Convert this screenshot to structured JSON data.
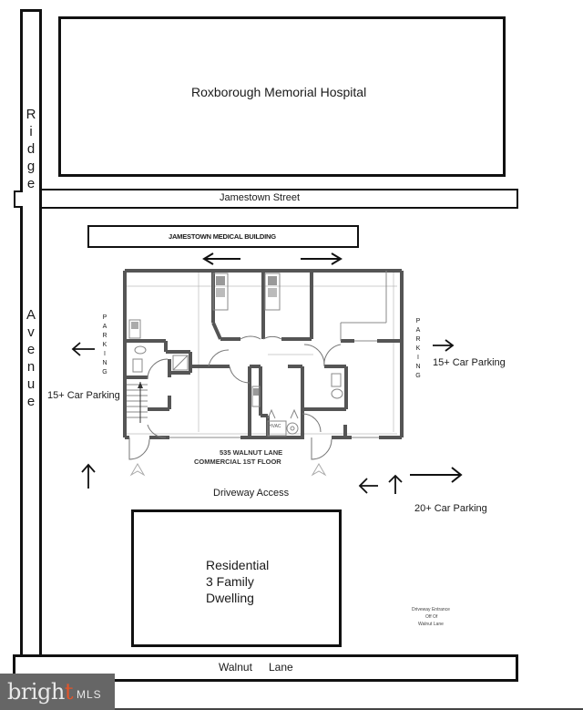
{
  "streets": {
    "ridge_avenue_top": "Ridge",
    "ridge_avenue_bottom": "Avenue",
    "jamestown_street": "Jamestown Street",
    "walnut_lane_word1": "Walnut",
    "walnut_lane_word2": "Lane"
  },
  "buildings": {
    "hospital": "Roxborough Memorial Hospital",
    "medical_building": "JAMESTOWN MEDICAL BUILDING",
    "subject_address": "535 WALNUT LANE",
    "subject_floor": "COMMERCIAL 1ST FLOOR",
    "residential_line1": "Residential",
    "residential_line2": "3 Family",
    "residential_line3": "Dwelling",
    "hvac_label": "HVAC"
  },
  "parking": {
    "left_vertical": "PARKING",
    "left_count": "15+ Car Parking",
    "right_vertical": "PARKING",
    "right_count": "15+ Car Parking",
    "driveway": "Driveway Access",
    "lower_right_count": "20+ Car Parking",
    "entrance_note_line1": "Driveway Entrance",
    "entrance_note_line2": "Off Of",
    "entrance_note_line3": "Walnut Lane"
  },
  "icons": {
    "arrow_left": "arrow-left",
    "arrow_right": "arrow-right",
    "arrow_up": "arrow-up"
  },
  "watermark": {
    "brand_prefix": "brigh",
    "brand_suffix": "t",
    "brand_mls": "MLS"
  }
}
